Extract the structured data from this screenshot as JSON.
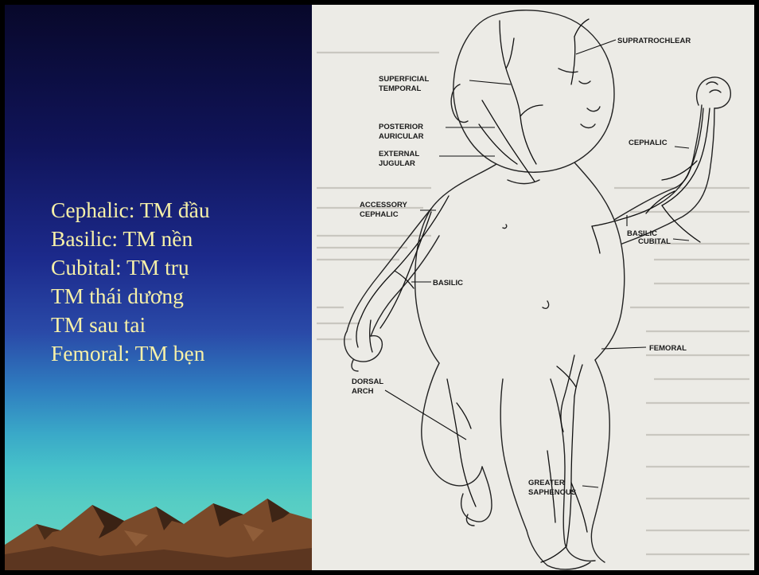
{
  "slide": {
    "terms": [
      "Cephalic: TM đầu",
      "Basilic: TM nền",
      "Cubital: TM trụ",
      "TM thái dương",
      "TM sau tai",
      "Femoral: TM bẹn"
    ]
  },
  "diagram": {
    "labels": {
      "supratrochlear": "SUPRATROCHLEAR",
      "superficial_temporal_1": "SUPERFICIAL",
      "superficial_temporal_2": "TEMPORAL",
      "posterior_auricular_1": "POSTERIOR",
      "posterior_auricular_2": "AURICULAR",
      "external_jugular_1": "EXTERNAL",
      "external_jugular_2": "JUGULAR",
      "cephalic": "CEPHALIC",
      "accessory_cephalic_1": "ACCESSORY",
      "accessory_cephalic_2": "CEPHALIC",
      "basilic_right": "BASILIC",
      "cubital": "CUBITAL",
      "basilic_left": "BASILIC",
      "femoral": "FEMORAL",
      "dorsal_arch_1": "DORSAL",
      "dorsal_arch_2": "ARCH",
      "greater_saphenous_1": "GREATER",
      "greater_saphenous_2": "SAPHENOUS"
    }
  },
  "colors": {
    "term_text": "#f6f0a8",
    "vein": "#111111",
    "paper": "#ecebe6"
  }
}
